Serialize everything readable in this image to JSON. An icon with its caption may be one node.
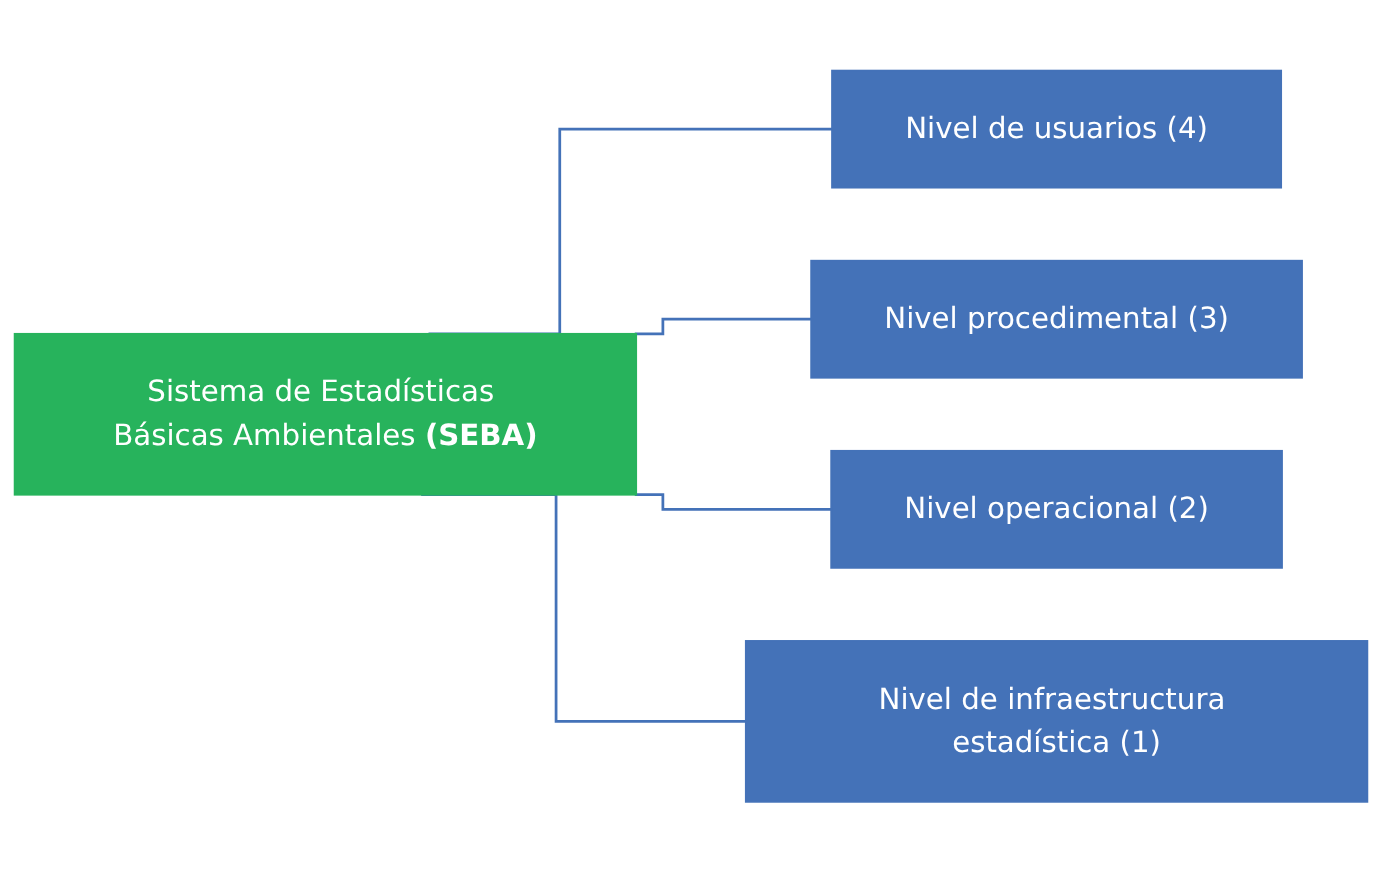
{
  "diagram": {
    "nodes": [
      {
        "text": [
          "Sistema de Estadísticas Básicas Ambientales **(SEBA)**"
        ]
      },
      {
        "text": [
          "Nivel de usuarios (4)"
        ]
      },
      {
        "text": [
          "Nivel procedimental (3)"
        ]
      },
      {
        "text": [
          "Nivel operacional (2)"
        ]
      },
      {
        "text": [
          "Nivel de infraestructura estadística (1)"
        ]
      }
    ],
    "edges": [
      {
        "from": 0,
        "to": 1,
        "arrow": "none"
      },
      {
        "from": 0,
        "to": 2,
        "arrow": "none"
      },
      {
        "from": 0,
        "to": 3,
        "arrow": "none"
      },
      {
        "from": 0,
        "to": 4,
        "arrow": "none"
      }
    ]
  }
}
